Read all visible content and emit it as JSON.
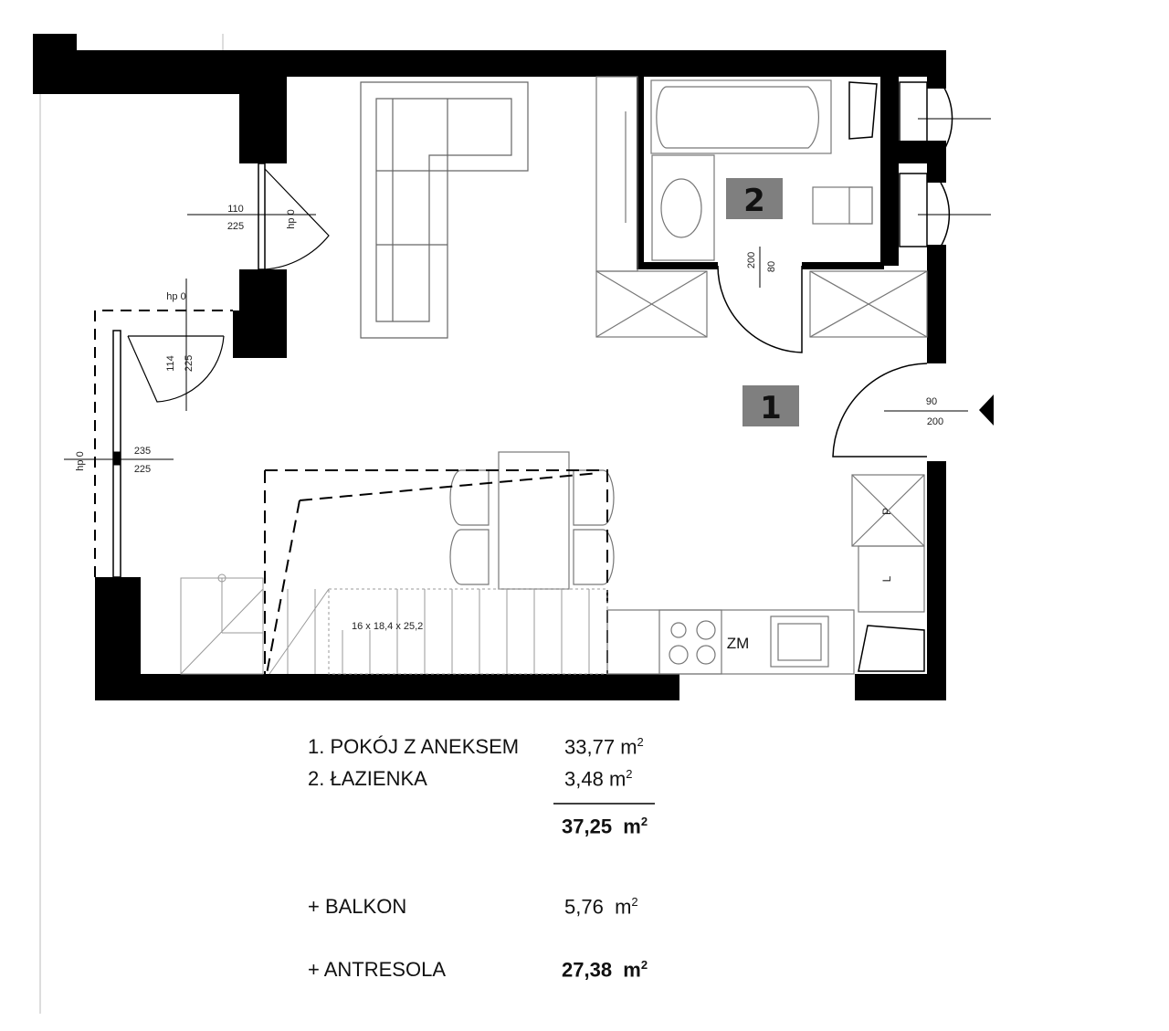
{
  "rooms": [
    {
      "number": "1"
    },
    {
      "number": "2"
    }
  ],
  "dimensions": {
    "door_left_upper": {
      "w": "110",
      "h": "225",
      "hp": "hp 0"
    },
    "window_left_top": {
      "w": "114",
      "h": "225",
      "hp": "hp 0"
    },
    "window_left_main": {
      "w": "235",
      "h": "225",
      "hp": "hp 0"
    },
    "bathroom_door": {
      "w": "80",
      "h": "200"
    },
    "entry_door": {
      "w": "90",
      "h": "200"
    }
  },
  "fixture_labels": {
    "stairs": "16 x 18,4 x 25,2",
    "zm": "ZM",
    "p": "P",
    "l": "L"
  },
  "area_table": {
    "rows": [
      {
        "name": "1. POKÓJ Z ANEKSEM",
        "value": "33,77",
        "unit": "m",
        "exp": "2"
      },
      {
        "name": "2. ŁAZIENKA",
        "value": "3,48",
        "unit": "m",
        "exp": "2"
      }
    ],
    "total": {
      "value": "37,25",
      "unit": "m",
      "exp": "2"
    },
    "extras": [
      {
        "name": "+ BALKON",
        "value": "5,76",
        "unit": "m",
        "exp": "2"
      },
      {
        "name": "+ ANTRESOLA",
        "value": "27,38",
        "unit": "m",
        "exp": "2"
      }
    ]
  }
}
